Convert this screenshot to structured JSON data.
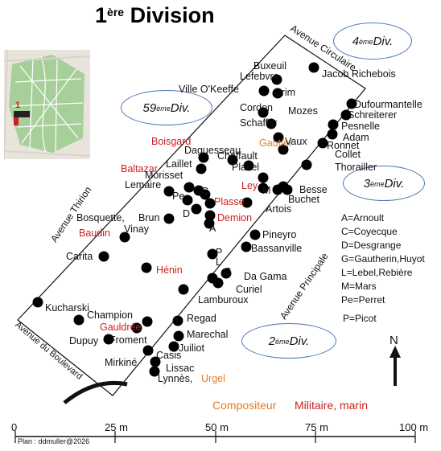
{
  "title": {
    "main": "1",
    "sup": "ère",
    "rest": " Division"
  },
  "divisions": [
    {
      "id": "div4",
      "num": "4",
      "sup": "ème",
      "suffix": " Div."
    },
    {
      "id": "div59",
      "num": "59",
      "sup": "ème",
      "suffix": " Div."
    },
    {
      "id": "div3",
      "num": "3",
      "sup": "ème",
      "suffix": " Div."
    },
    {
      "id": "div2",
      "num": "2",
      "sup": "ème",
      "suffix": " Div."
    }
  ],
  "streets": {
    "avenue_circulaire": "Avenue Circulaire",
    "avenue_thirion": "Avenue Thirion",
    "avenue_principale": "Avenue Principale",
    "avenue_boulevard": "Avenue du Boulevard"
  },
  "graves": [
    {
      "label": "Buxeuil",
      "category": "none"
    },
    {
      "label": "Jacob Richebois",
      "category": "none"
    },
    {
      "label": "Lefebvre",
      "category": "none"
    },
    {
      "label": "Grim",
      "category": "none"
    },
    {
      "label": "Ville O'Keeffe",
      "category": "none"
    },
    {
      "label": "Dufourmantelle",
      "category": "none"
    },
    {
      "label": "Schreiterer",
      "category": "none"
    },
    {
      "label": "Mozes",
      "category": "none"
    },
    {
      "label": "Cordon",
      "category": "none"
    },
    {
      "label": "Pesnelle",
      "category": "none"
    },
    {
      "label": "Schaffer",
      "category": "none"
    },
    {
      "label": "Adam",
      "category": "none"
    },
    {
      "label": "Ronnet",
      "category": "none"
    },
    {
      "label": "Gautier",
      "category": "composer"
    },
    {
      "label": "Vaux",
      "category": "none"
    },
    {
      "label": "Collet",
      "category": "none"
    },
    {
      "label": "Boisgard",
      "category": "military"
    },
    {
      "label": "Daguesseau",
      "category": "none"
    },
    {
      "label": "Chaffault",
      "category": "none"
    },
    {
      "label": "Thorailler",
      "category": "none"
    },
    {
      "label": "Platiel",
      "category": "none"
    },
    {
      "label": "Baltazar",
      "category": "military"
    },
    {
      "label": "Laillet",
      "category": "none"
    },
    {
      "label": "Morisset",
      "category": "none"
    },
    {
      "label": "Ley",
      "category": "military"
    },
    {
      "label": "M",
      "category": "none"
    },
    {
      "label": "Besse",
      "category": "none"
    },
    {
      "label": "Lemaire",
      "category": "none"
    },
    {
      "label": "Pe",
      "category": "none"
    },
    {
      "label": "C",
      "category": "none"
    },
    {
      "label": "Plasse",
      "category": "military"
    },
    {
      "label": "Buchet",
      "category": "none"
    },
    {
      "label": "Artois",
      "category": "none"
    },
    {
      "label": "D",
      "category": "none"
    },
    {
      "label": "Demion",
      "category": "military"
    },
    {
      "label": "Bosquette,",
      "category": "none"
    },
    {
      "label": "Brun",
      "category": "none"
    },
    {
      "label": "Baudin",
      "category": "military"
    },
    {
      "label": "Vinay",
      "category": "none"
    },
    {
      "label": "A",
      "category": "none"
    },
    {
      "label": "Pineyro",
      "category": "none"
    },
    {
      "label": "Bassanville",
      "category": "none"
    },
    {
      "label": "P",
      "category": "none"
    },
    {
      "label": "L",
      "category": "none"
    },
    {
      "label": "Carita",
      "category": "none"
    },
    {
      "label": "G",
      "category": "none"
    },
    {
      "label": "Da Gama",
      "category": "none"
    },
    {
      "label": "Hénin",
      "category": "military"
    },
    {
      "label": "Curiel",
      "category": "none"
    },
    {
      "label": "Lamburoux",
      "category": "none"
    },
    {
      "label": "Kucharski",
      "category": "none"
    },
    {
      "label": "Champion",
      "category": "none"
    },
    {
      "label": "Regad",
      "category": "none"
    },
    {
      "label": "Marechal",
      "category": "none"
    },
    {
      "label": "Gauldrée",
      "category": "military"
    },
    {
      "label": "Juiliot",
      "category": "none"
    },
    {
      "label": "Froment",
      "category": "none"
    },
    {
      "label": "Dupuy",
      "category": "none"
    },
    {
      "label": "Casis",
      "category": "none"
    },
    {
      "label": "Mirkiné",
      "category": "none"
    },
    {
      "label": "Lissac",
      "category": "none"
    },
    {
      "label": "Lynnès,",
      "category": "none"
    },
    {
      "label": "Urgel",
      "category": "composer"
    }
  ],
  "legend": [
    "A=Arnoult",
    "C=Coyecque",
    "D=Desgrange",
    "G=Gautherin,Huyot",
    "L=Lebel,Rebière",
    "M=Mars",
    "Pe=Perret",
    "P=Picot"
  ],
  "compass": {
    "label": "N"
  },
  "category_legend": {
    "composer": "Compositeur",
    "military": "Militaire, marin"
  },
  "scale": {
    "ticks": [
      "0",
      "25 m",
      "50 m",
      "75 m",
      "100 m"
    ]
  },
  "credit": "Plan : ddmuller@2026",
  "colors": {
    "composer": "#e67e22",
    "military": "#cc1f1f",
    "text": "#111111",
    "ellipse": "#4a74b5",
    "park": "#a6cf9a"
  },
  "inset": {
    "marker_label": "1"
  }
}
